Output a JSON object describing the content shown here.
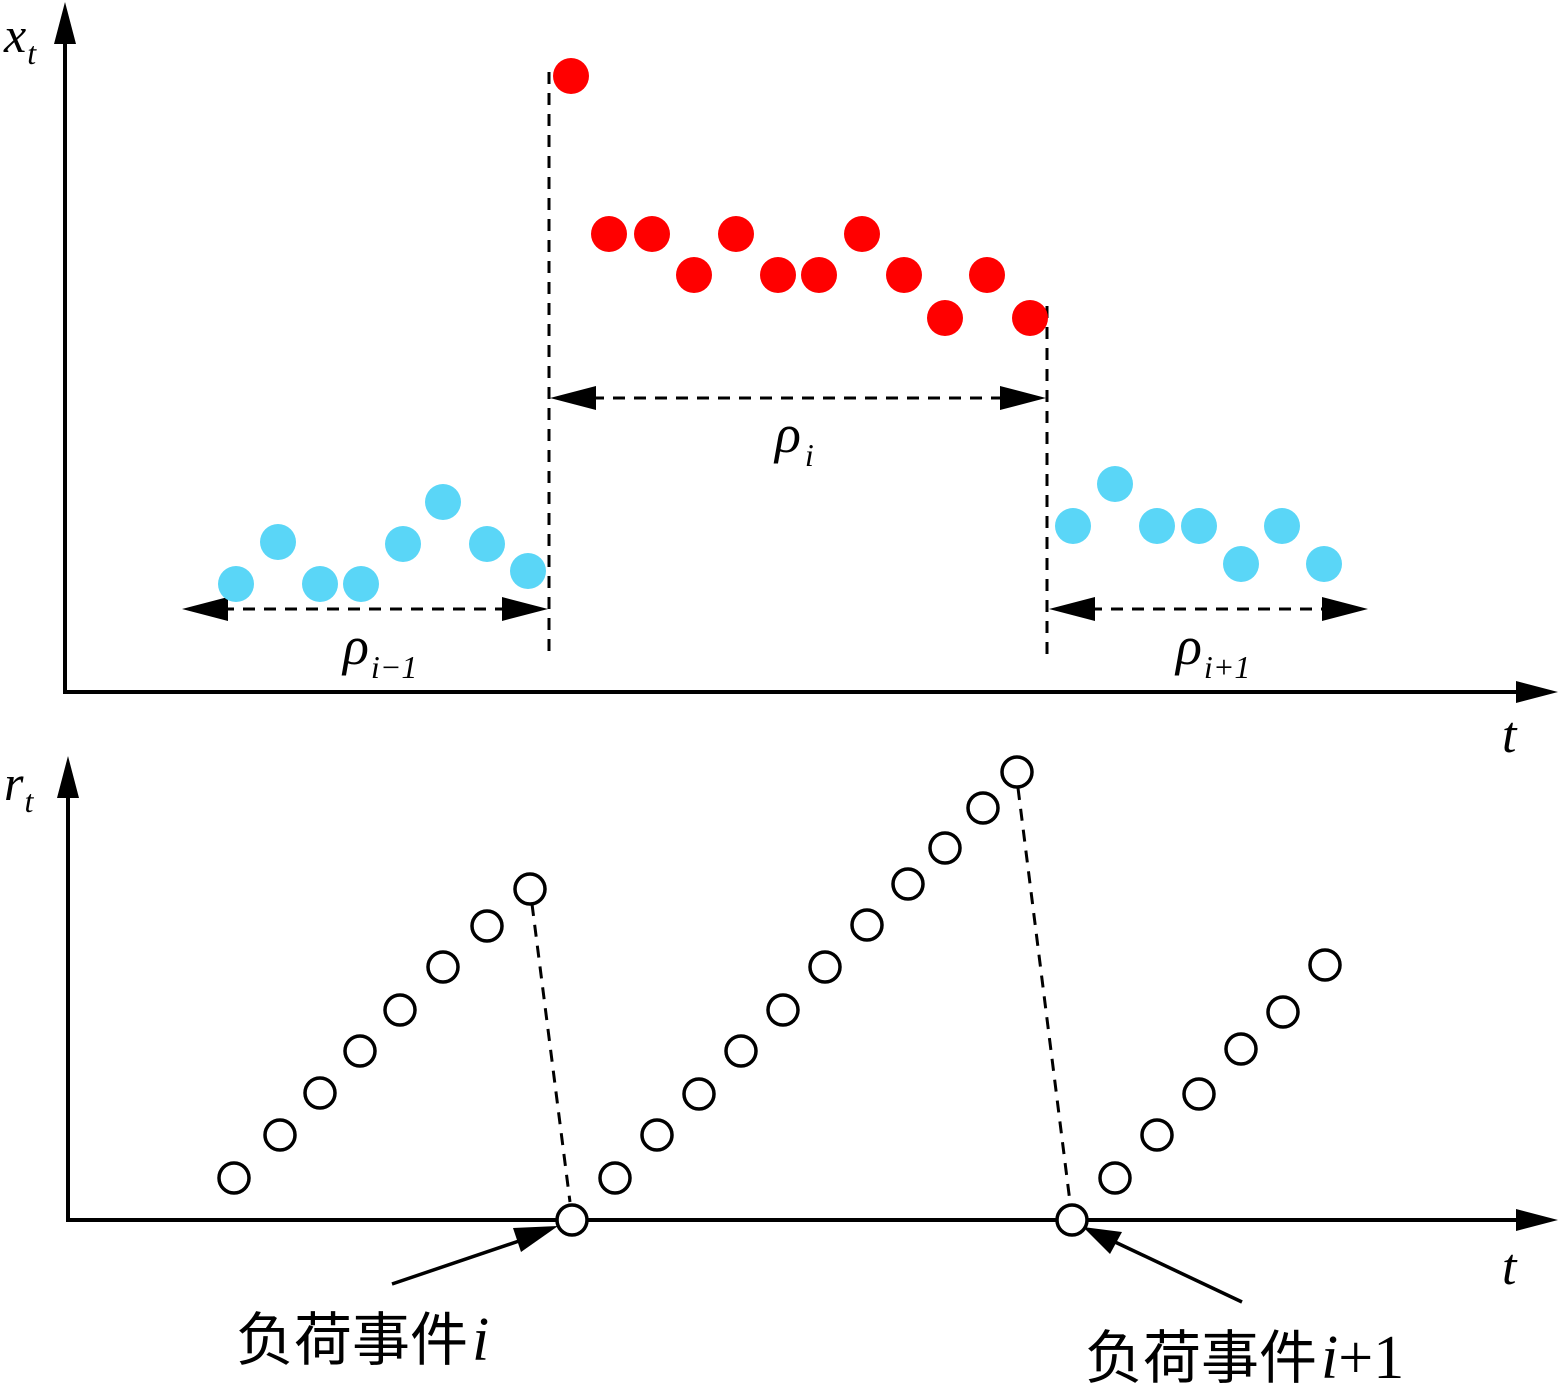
{
  "top_panel": {
    "y_axis_label": "x",
    "y_axis_subscript": "t",
    "x_axis_label": "t",
    "colors": {
      "inactive_points": "#5ad6f7",
      "event_points": "#ff0000"
    },
    "spans": [
      {
        "symbol": "ρ",
        "subscript": "i−1"
      },
      {
        "symbol": "ρ",
        "subscript": "i"
      },
      {
        "symbol": "ρ",
        "subscript": "i+1"
      }
    ]
  },
  "bottom_panel": {
    "y_axis_label": "r",
    "y_axis_subscript": "t",
    "x_axis_label": "t",
    "annotations": [
      {
        "prefix": "负荷事件",
        "index": "i",
        "suffix": ""
      },
      {
        "prefix": "负荷事件",
        "index": "i",
        "suffix": "+1"
      }
    ]
  }
}
